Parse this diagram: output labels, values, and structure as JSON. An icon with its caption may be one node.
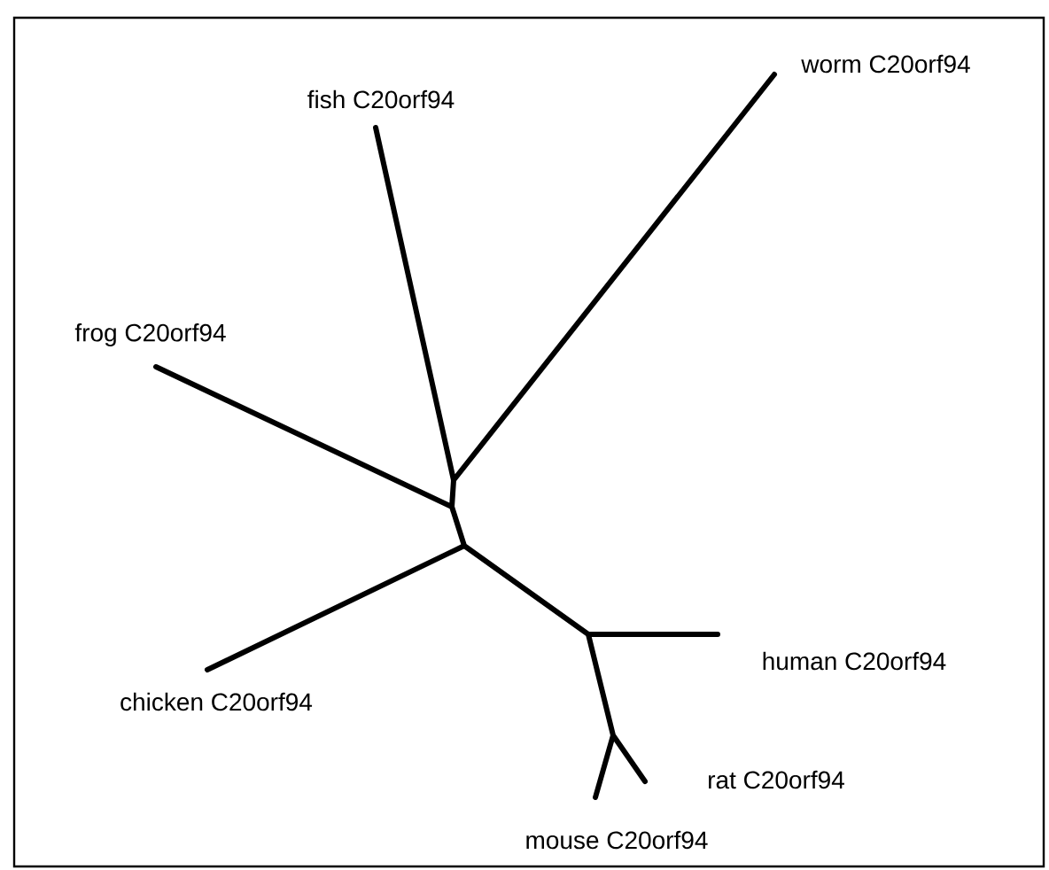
{
  "diagram": {
    "labels": [
      "worm C20orf94",
      "fish C20orf94",
      "frog C20orf94",
      "chicken C20orf94",
      "human C20orf94",
      "rat C20orf94",
      "mouse C20orf94"
    ]
  }
}
